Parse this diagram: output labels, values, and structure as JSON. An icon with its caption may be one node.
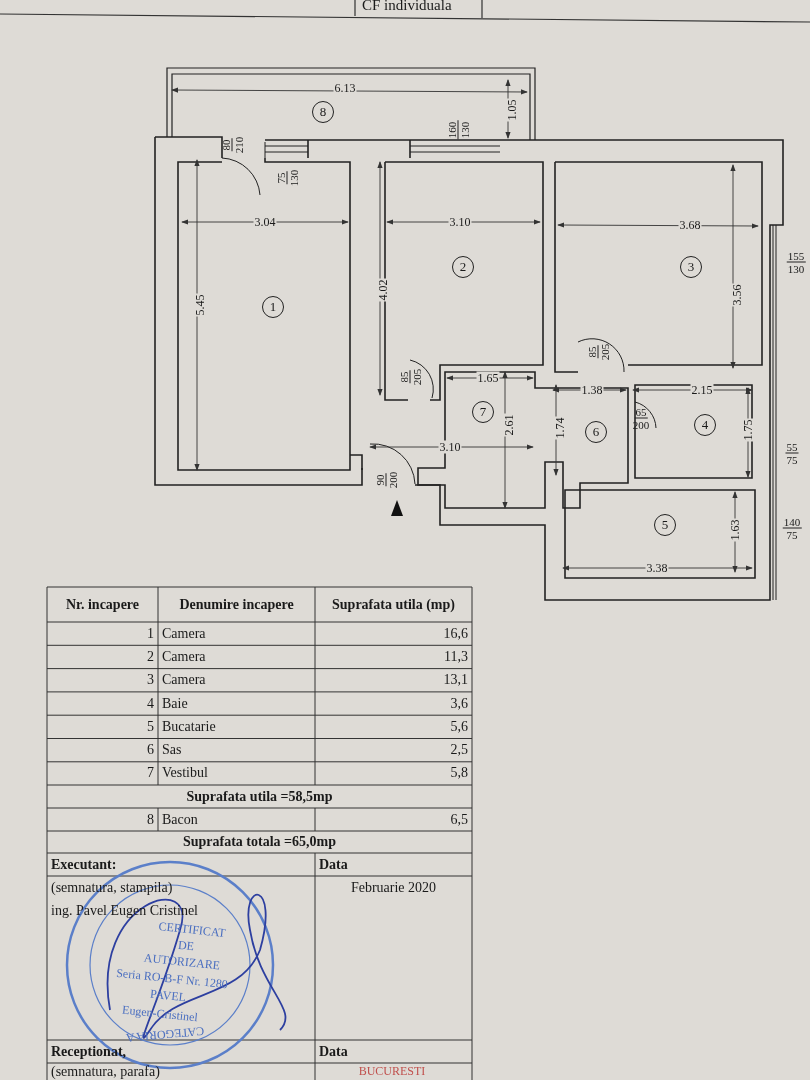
{
  "diagram": {
    "nodes": [
      {
        "text": [
          "8"
        ]
      },
      {
        "text": [
          "1"
        ]
      },
      {
        "text": [
          "2"
        ]
      },
      {
        "text": [
          "3"
        ]
      },
      {
        "text": [
          "7"
        ]
      },
      {
        "text": [
          "6"
        ]
      },
      {
        "text": [
          "4"
        ]
      },
      {
        "text": [
          "5"
        ]
      }
    ],
    "labels": [
      "CF individuala",
      "6.13",
      "80",
      "210",
      "160",
      "130",
      "1.05",
      "75",
      "130",
      "3.04",
      "3.10",
      "3.68",
      "155",
      "130",
      "5.45",
      "4.02",
      "3.56",
      "85",
      "205",
      "1.65",
      "85",
      "205",
      "1.38",
      "2.15",
      "65",
      "200",
      "2.61",
      "1.74",
      "1.75",
      "55",
      "75",
      "3.10",
      "90",
      "200",
      "1.63",
      "140",
      "75",
      "3.38",
      "Nr. incapere",
      "Denumire incapere",
      "Suprafata utila (mp)",
      "1",
      "Camera",
      "16,6",
      "2",
      "Camera",
      "11,3",
      "3",
      "Camera",
      "13,1",
      "4",
      "Baie",
      "3,6",
      "5",
      "Bucatarie",
      "5,6",
      "6",
      "Sas",
      "2,5",
      "7",
      "Vestibul",
      "5,8",
      "Suprafata utila =58,5mp",
      "8",
      "Bacon",
      "6,5",
      "Suprafata totala =65,0mp",
      "Executant:",
      "Data",
      "(semnatura, stampila)",
      "Februarie 2020",
      "ing. Pavel Eugen Cristinel",
      "CERTIFICAT",
      "DE",
      "AUTORIZARE",
      "Seria RO-B-F Nr. 1280",
      "PAVEL",
      "Eugen-Cristinel",
      "CATEGORIA A",
      "Receptionat,",
      "Data",
      "BUCURESTI",
      "(semnatura, parafa)"
    ]
  }
}
